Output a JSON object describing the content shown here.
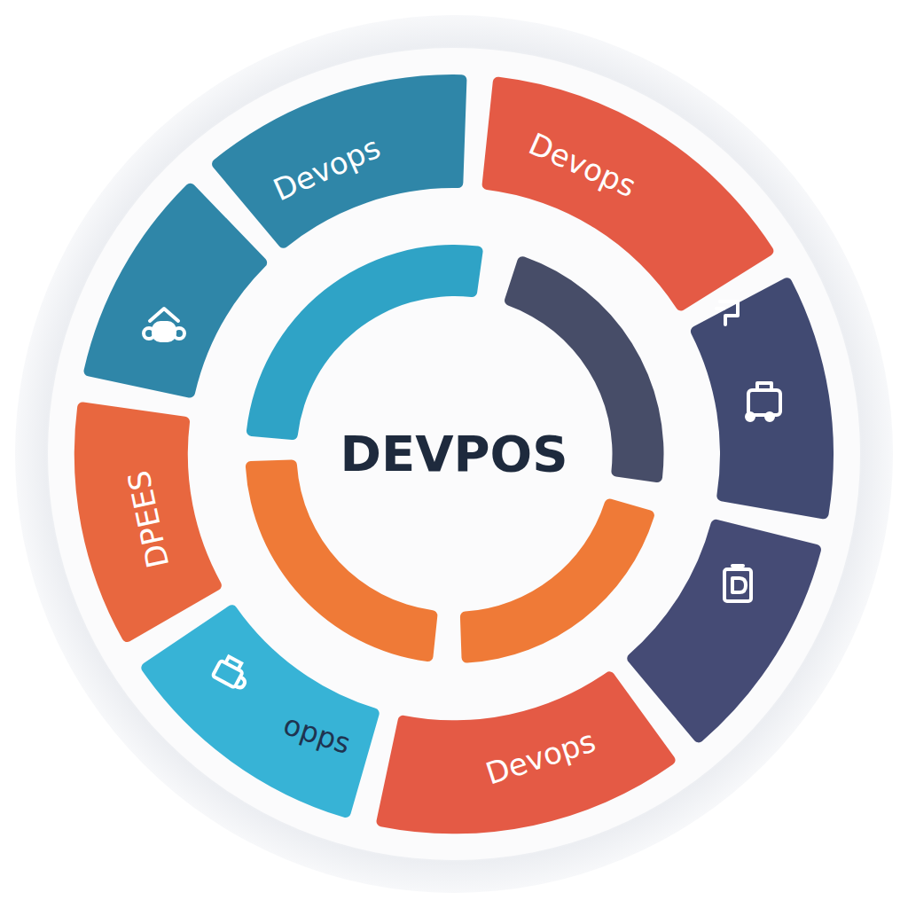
{
  "diagram": {
    "nodes": [
      {
        "text": [
          "Devops"
        ]
      },
      {
        "text": [
          "Devops"
        ]
      },
      {
        "text": [
          "DEVPOS"
        ]
      },
      {
        "text": [
          "DPEES"
        ]
      },
      {
        "text": [
          "opps"
        ]
      },
      {
        "text": [
          "Devops"
        ]
      }
    ]
  }
}
